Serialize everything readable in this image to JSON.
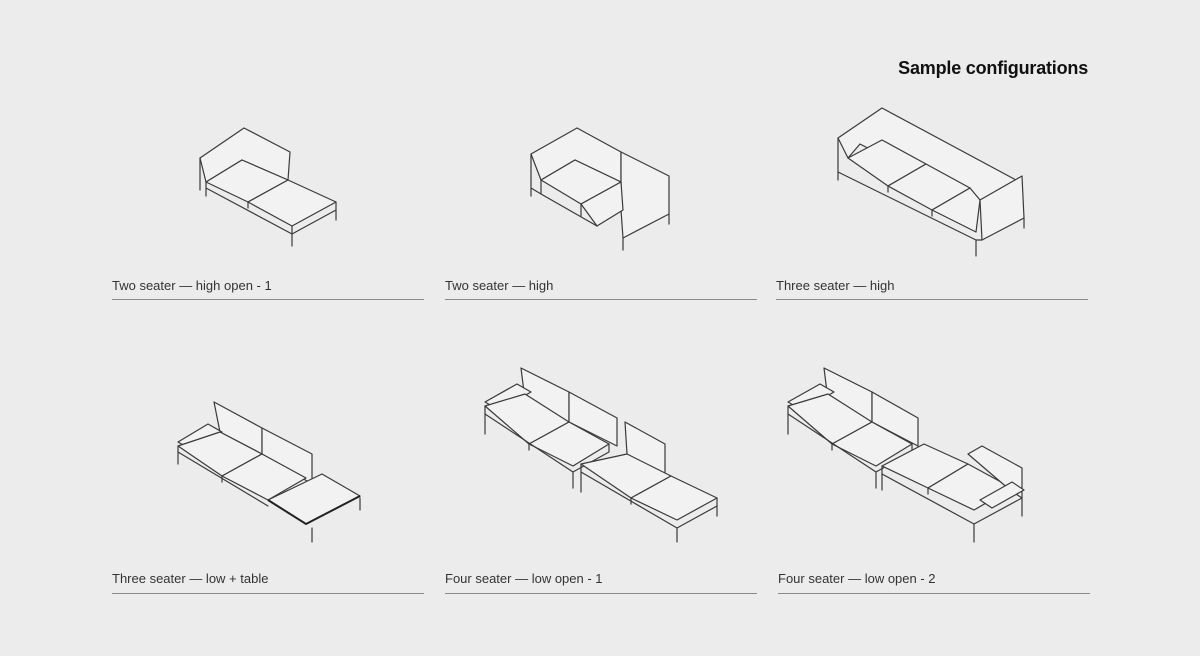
{
  "title": "Sample configurations",
  "configs": [
    {
      "caption": "Two seater — high open - 1"
    },
    {
      "caption": "Two seater — high"
    },
    {
      "caption": "Three seater — high"
    },
    {
      "caption": "Three seater — low + table"
    },
    {
      "caption": "Four seater — low open - 1"
    },
    {
      "caption": "Four seater — low open - 2"
    }
  ],
  "colors": {
    "background": "#ececec",
    "line": "#3a3a3a",
    "rule": "#8a8a8a"
  }
}
